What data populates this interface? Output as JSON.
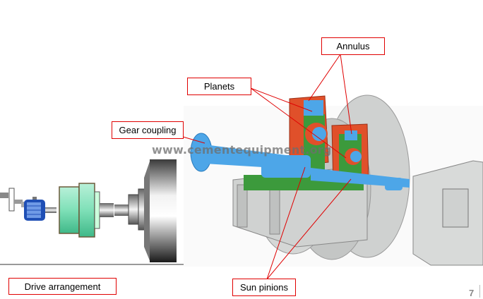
{
  "diagram": {
    "left_panel": {
      "caption": "Drive arrangement",
      "components": [
        "motor",
        "gearbox",
        "shaft",
        "mill shell"
      ]
    },
    "right_panel": {
      "watermark": "www.cementequipment.org",
      "callouts": [
        {
          "id": "annulus",
          "label": "Annulus"
        },
        {
          "id": "planets",
          "label": "Planets"
        },
        {
          "id": "gear-coupling",
          "label": "Gear coupling"
        },
        {
          "id": "sun-pinions",
          "label": "Sun pinions"
        }
      ]
    },
    "colors": {
      "callout_border": "#e00000",
      "leader_line": "#e00000",
      "gear_blue": "#4da6e8",
      "housing_red": "#e0502a",
      "carrier_green": "#3c9a3c",
      "casing_grey": "#cfd1d0",
      "gearbox_green": "#7fe0b8",
      "motor_blue": "#1f4fb5"
    }
  },
  "footer": {
    "page_number": "7"
  }
}
